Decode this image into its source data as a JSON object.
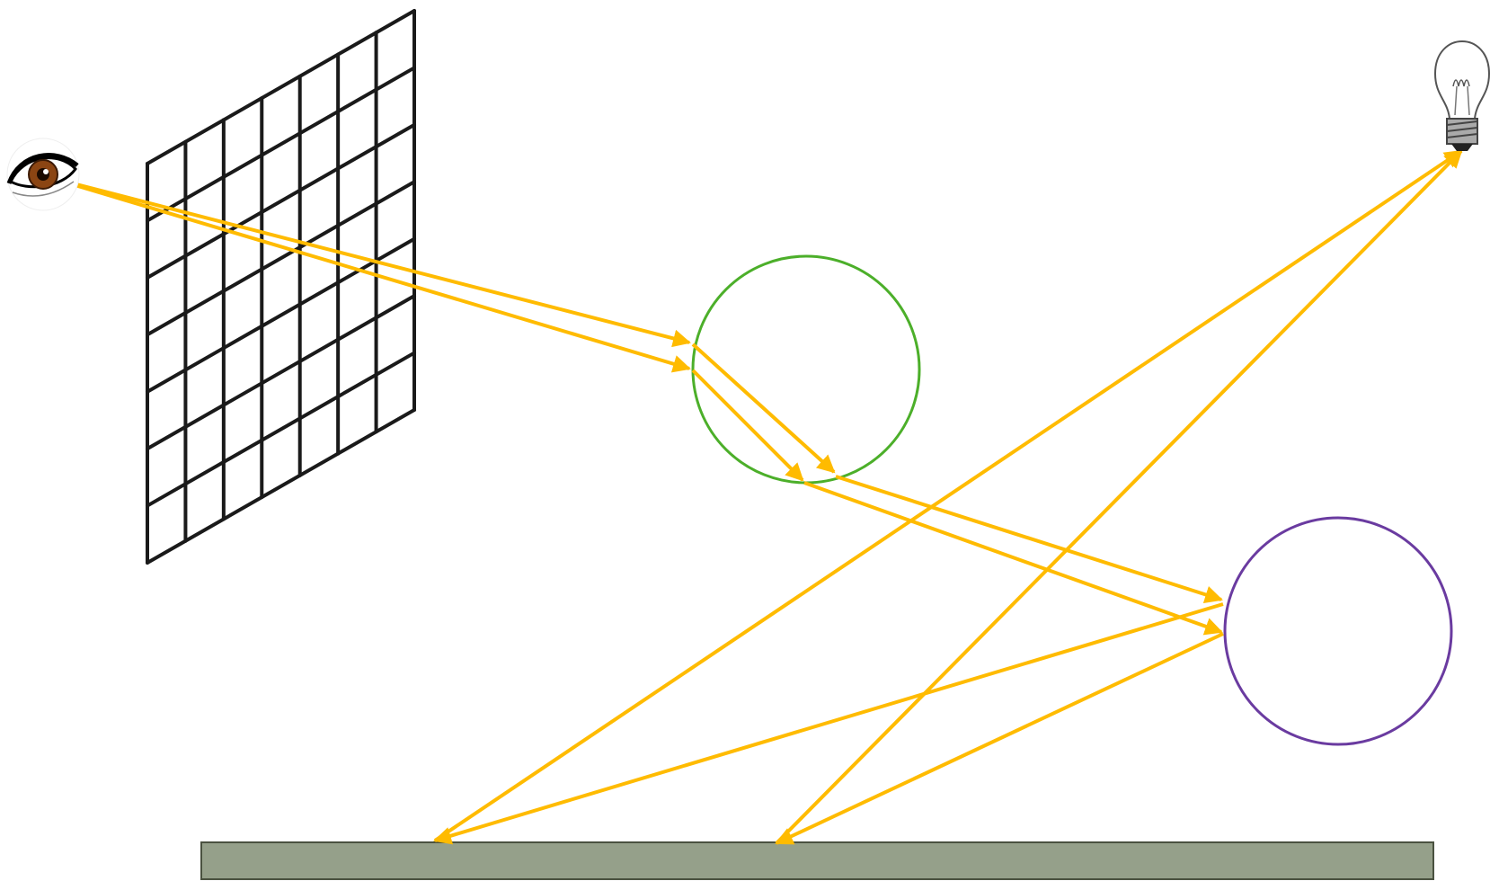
{
  "diagram": {
    "subject": "ray tracing",
    "elements": {
      "eye": {
        "icon": "eye-icon",
        "iris_color": "#8B4513"
      },
      "image_plane": {
        "icon": "pixel-grid",
        "rows": 7,
        "cols": 7,
        "color": "#1a1a1a"
      },
      "light": {
        "icon": "light-bulb-icon"
      },
      "sphere_1": {
        "color": "#4CAF2A"
      },
      "sphere_2": {
        "color": "#6A3BA0"
      },
      "floor": {
        "color": "#95A08A"
      }
    },
    "rays": {
      "color": "#FFBB00",
      "primary_count": 2,
      "secondary_count": 2,
      "floor_bounce_count": 2,
      "shadow_count": 2
    }
  }
}
